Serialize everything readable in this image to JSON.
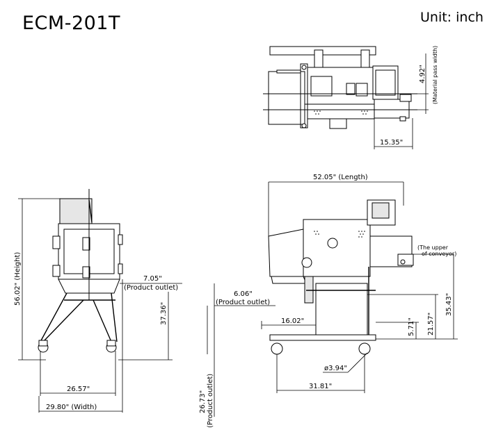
{
  "title": "ECM-201T",
  "unit": "Unit: inch",
  "dimensions": {
    "material_pass_width": "4.92\"",
    "material_pass_width_label": "(Material pass width)",
    "top_depth": "15.35\"",
    "length": "52.05\" (Length)",
    "height": "56.02\" (Height)",
    "side_outlet_offset": "7.05\"",
    "side_outlet_label": "(Product outlet)",
    "side_outlet_height": "37.36\"",
    "leg_span": "26.57\"",
    "width": "29.80\" (Width)",
    "front_outlet_offset": "6.06\"",
    "front_outlet_label": "(Product outlet)",
    "conveyor_note_line1": "(The upper",
    "conveyor_note_line2": "of conveyor)",
    "conveyor_height": "35.43\"",
    "bin_offset": "16.02\"",
    "bin_clearance": "5.71\"",
    "bin_height": "21.57\"",
    "caster_diameter": "ø3.94\"",
    "wheelbase": "31.81\"",
    "outlet_height": "26.73\"",
    "outlet_height_label": "(Product outlet)"
  }
}
